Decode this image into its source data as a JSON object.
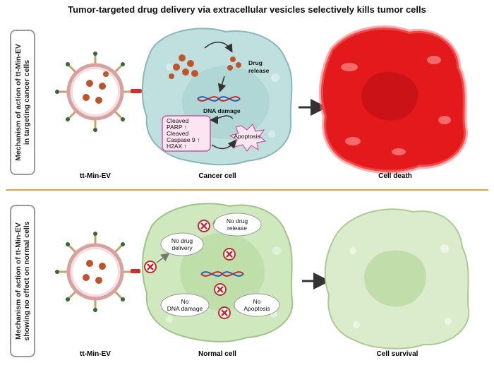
{
  "title": "Tumor-targeted drug delivery via extracellular vesicles selectively kills tumor cells",
  "top_panel": {
    "side_label_line1": "Mechanism of action of tt-Min-EV",
    "side_label_line2": "in targeting cancer cells",
    "ev_label": "tt-Min-EV",
    "cell_label": "Cancer cell",
    "outcome_label": "Cell death",
    "drug_release": [
      "Drug",
      "release"
    ],
    "dna_damage": "DNA damage",
    "apoptosis": "Apoptosis",
    "markers": [
      "Cleaved",
      "PARP ↑",
      "Cleaved",
      "Caspase 9 ↑",
      "H2AX ↑"
    ]
  },
  "bottom_panel": {
    "side_label_line1": "Mechanism of action of tt-Min-EV",
    "side_label_line2": "showing no effect on normal cells",
    "ev_label": "tt-Min-EV",
    "cell_label": "Normal cell",
    "outcome_label": "Cell survival",
    "no_drug_release": [
      "No drug",
      "release"
    ],
    "no_drug_delivery": [
      "No drug",
      "delivery"
    ],
    "no_dna_damage": [
      "No",
      "DNA damage"
    ],
    "no_apoptosis": [
      "No",
      "Apoptosis"
    ]
  },
  "colors": {
    "cancer_cell": "#bfe0df",
    "dead_cell": "#e3191c",
    "normal_cell": "#cfe8bd",
    "survival_cell": "#dbeccd",
    "drug": "#c0532a",
    "divider": "#e8a34a"
  }
}
